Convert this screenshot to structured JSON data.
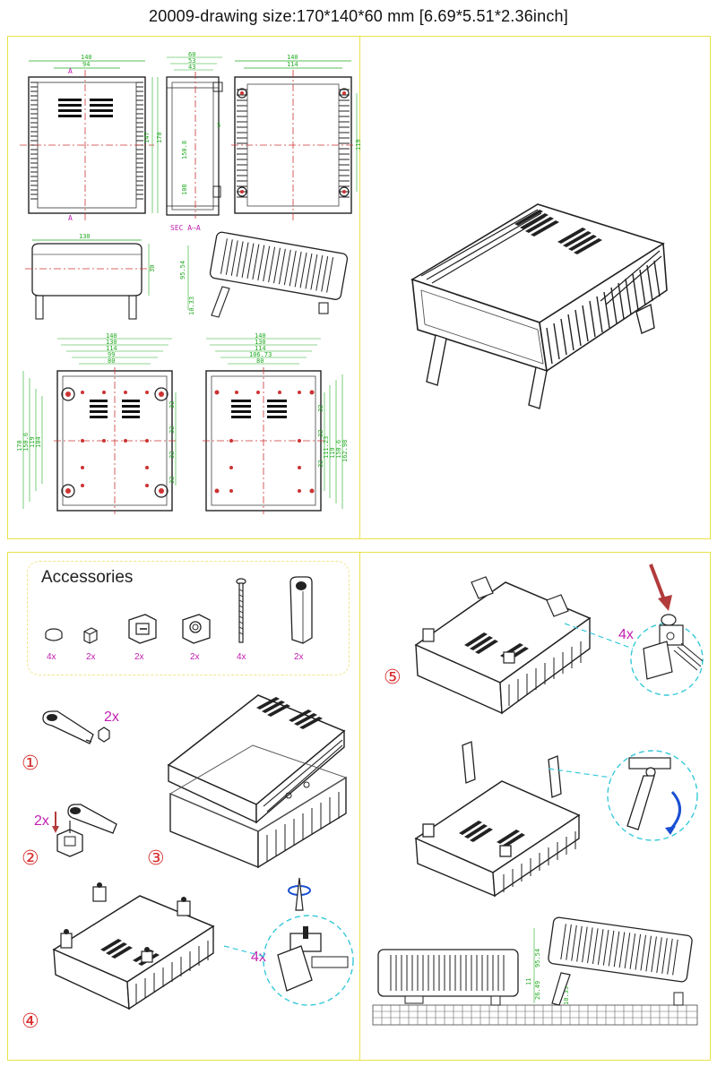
{
  "header": {
    "title": "20009-drawing      size:170*140*60 mm    [6.69*5.51*2.36inch]"
  },
  "drawings": {
    "front_dims": [
      "140",
      "94"
    ],
    "front_side_dims": [
      "147",
      "170"
    ],
    "front_marker": "A",
    "side_dims": [
      "60",
      "53",
      "43"
    ],
    "side_inner_dims": [
      "150.8",
      "108",
      "5"
    ],
    "section_label": "SEC A—A",
    "back_dims": [
      "140",
      "114"
    ],
    "back_side_dim": "119",
    "end_dim": "130",
    "end_side_dim": "30",
    "tilt_dims": [
      "95.54",
      "10.33"
    ],
    "bottom1_dims": [
      "140",
      "130",
      "114",
      "99",
      "80"
    ],
    "bottom1_side_dims": [
      "170",
      "150.6",
      "119",
      "104"
    ],
    "bottom1_pitch": [
      "32",
      "32",
      "32",
      "32"
    ],
    "bottom2_dims": [
      "140",
      "130",
      "114",
      "106.73",
      "80"
    ],
    "bottom2_side_dims": [
      "111.23",
      "119",
      "150.6",
      "162.98"
    ],
    "bottom2_pitch": [
      "32",
      "32",
      "32"
    ]
  },
  "accessories": {
    "title": "Accessories",
    "items": [
      {
        "name": "rubber-foot",
        "qty": "4x"
      },
      {
        "name": "small-block",
        "qty": "2x"
      },
      {
        "name": "hinge-bracket",
        "qty": "2x"
      },
      {
        "name": "nut-block",
        "qty": "2x"
      },
      {
        "name": "screw",
        "qty": "4x"
      },
      {
        "name": "tilt-leg",
        "qty": "2x"
      }
    ]
  },
  "steps": {
    "s1": "①",
    "s2": "②",
    "s3": "③",
    "s4": "④",
    "s5": "⑤",
    "m1": "2x",
    "m2": "2x",
    "m4": "4x",
    "m5": "4x"
  },
  "side_view_dims": [
    "11",
    "95.54",
    "26.49",
    "10.33"
  ],
  "colors": {
    "frame": "#e9e24a",
    "dimension": "#22aa22",
    "center_line": "#cc3333",
    "step": "#d83030",
    "multiplier": "#c21eb0",
    "circle_callout": "#36c9d9",
    "arrow_red": "#b23b3b",
    "arrow_blue": "#1a4fd1"
  }
}
